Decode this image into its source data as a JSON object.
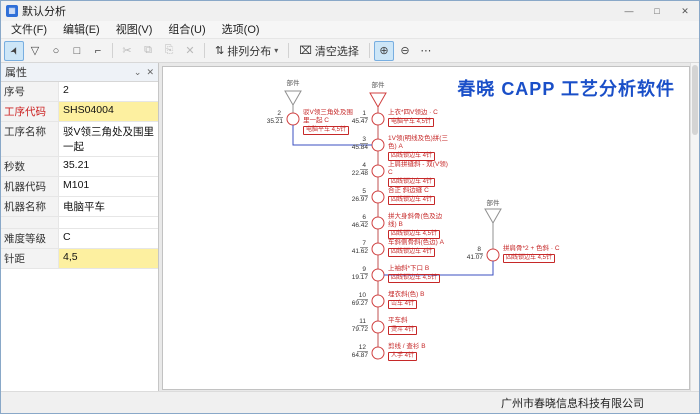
{
  "window": {
    "title": "默认分析"
  },
  "icons": {
    "app": "▦",
    "minimize": "—",
    "maximize": "□",
    "close": "✕",
    "cursor": "➤",
    "triangle": "▽",
    "circle": "○",
    "square": "□",
    "corner": "⌐",
    "cut": "✂",
    "copy": "⧉",
    "paste": "⎘",
    "delete": "✕",
    "arrange": "⇅",
    "dropdown": "▾",
    "clear": "⌧",
    "zoom_in": "⊕",
    "zoom_out": "⊖",
    "more": "⋯",
    "panel_options": "⌄",
    "panel_close": "✕"
  },
  "menubar": {
    "items": [
      "文件(F)",
      "编辑(E)",
      "视图(V)",
      "组合(U)",
      "选项(O)"
    ]
  },
  "toolbar": {
    "arrange_label": "排列分布",
    "clear_label": "清空选择"
  },
  "properties": {
    "panel_title": "属性",
    "rows": [
      {
        "label": "序号",
        "value": "2"
      },
      {
        "label": "工序代码",
        "value": "SHS04004",
        "label_red": true,
        "value_highlight": true
      },
      {
        "label": "工序名称",
        "value": "驳V领三角处及围里一起"
      },
      {
        "label": "秒数",
        "value": "35.21"
      },
      {
        "label": "机器代码",
        "value": "M101"
      },
      {
        "label": "机器名称",
        "value": "电脑平车"
      },
      {
        "label": "",
        "value": "",
        "spacer": true
      },
      {
        "label": "难度等级",
        "value": "C"
      },
      {
        "label": "针距",
        "value": "4,5"
      }
    ]
  },
  "canvas": {
    "watermark": "春晓 CAPP 工艺分析软件"
  },
  "diagram": {
    "center": {
      "part_label": "部件",
      "nodes": [
        {
          "seq": "1",
          "time": "45.47",
          "title": "上衣*四V领边 · C",
          "sub": "电脑平车 4,5针"
        },
        {
          "seq": "3",
          "time": "45.84",
          "title": "1V领(明线及色)拼(三色) A",
          "sub": "四线锁边车 4针"
        },
        {
          "seq": "4",
          "time": "22.48",
          "title": "上肩拼缝斜 - 双(V领) C",
          "sub": "四线锁边车 4针"
        },
        {
          "seq": "5",
          "time": "26.97",
          "title": "合正 斜边缝 C",
          "sub": "四线锁边车 4针"
        },
        {
          "seq": "6",
          "time": "46.42",
          "title": "拼大身斜骨(色及边线) B",
          "sub": "四线锁边车 4,5针"
        },
        {
          "seq": "7",
          "time": "41.62",
          "title": "车斜侧骨斜(色边) A",
          "sub": "四线锁边车 4针"
        },
        {
          "seq": "9",
          "time": "19.17",
          "title": "上袖斜*下口 B",
          "sub": "四线锁边车 4,5针"
        },
        {
          "seq": "10",
          "time": "69.27",
          "title": "埋衣斜(色) B",
          "sub": "冚车 4针"
        },
        {
          "seq": "11",
          "time": "79.72",
          "title": "平车斜",
          "sub": "烫斗 4针"
        },
        {
          "seq": "12",
          "time": "64.87",
          "title": "剪线 / 查衫 B",
          "sub": "人手 4针"
        }
      ]
    },
    "left_branch": {
      "part_label": "部件",
      "node": {
        "seq": "2",
        "time": "35.21",
        "title": "驳V领三角处及围里一起 C",
        "sub": "电脑平车 4,5针"
      },
      "joins_node_index": 1
    },
    "right_branch": {
      "part_label": "部件",
      "node": {
        "seq": "8",
        "time": "41.07",
        "title": "拼肩骨*2 + 色斜 · C",
        "sub": "四线锁边车 4,5针"
      },
      "joins_node_index": 6
    },
    "colors": {
      "main_line": "#c05050",
      "branch_line": "#3b4fc0",
      "node_stroke": "#d04040",
      "branch_triangle": "#909090"
    }
  },
  "statusbar": {
    "company": "广州市春晓信息科技有限公司"
  }
}
